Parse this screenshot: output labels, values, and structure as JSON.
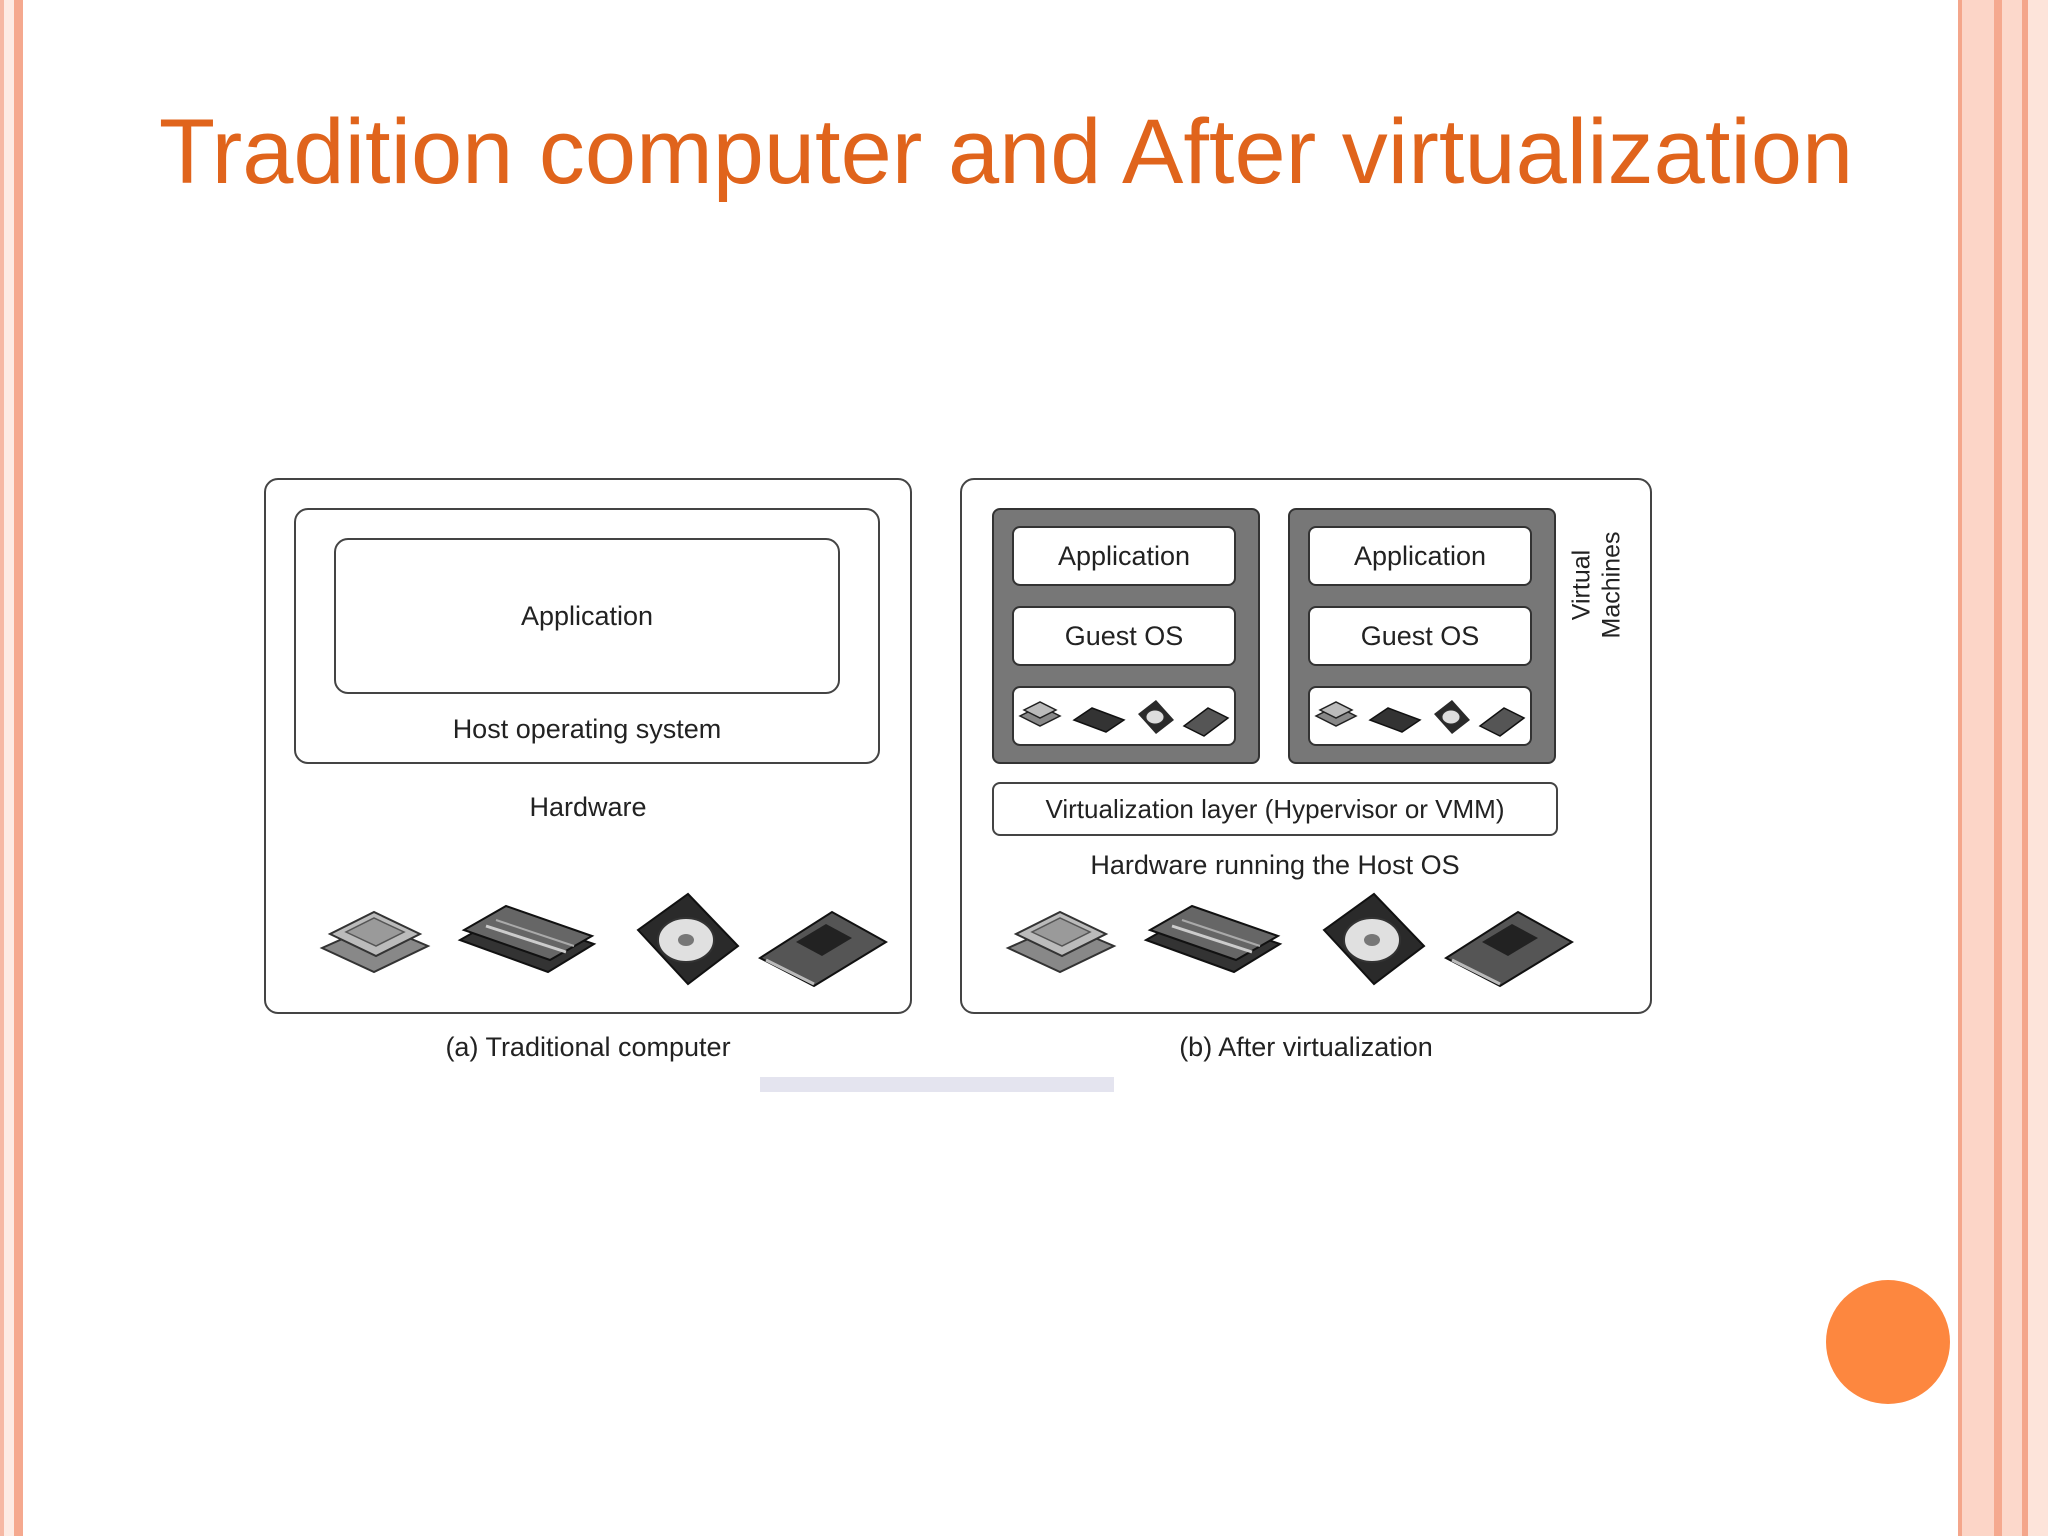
{
  "slide": {
    "title": "Tradition computer and After virtualization"
  },
  "diagram": {
    "traditional": {
      "application": "Application",
      "host_os": "Host operating system",
      "hardware": "Hardware",
      "caption": "(a) Traditional computer"
    },
    "virtualized": {
      "vms": [
        {
          "application": "Application",
          "guest_os": "Guest OS"
        },
        {
          "application": "Application",
          "guest_os": "Guest OS"
        }
      ],
      "virtual_machines_label": "Virtual Machines",
      "virtualization_layer": "Virtualization layer (Hypervisor or VMM)",
      "hardware": "Hardware running the Host OS",
      "caption": "(b) After virtualization"
    }
  },
  "colors": {
    "title": "#e0641c",
    "accent_circle": "#fd873f",
    "border": "#f5a98f"
  }
}
